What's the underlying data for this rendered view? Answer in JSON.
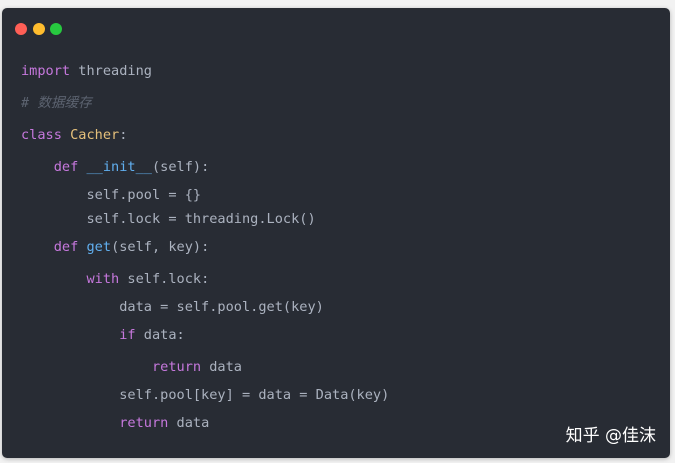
{
  "window": {
    "controls": [
      {
        "name": "close",
        "color": "#ff5f56"
      },
      {
        "name": "minimize",
        "color": "#ffbd2e"
      },
      {
        "name": "maximize",
        "color": "#27c93f"
      }
    ],
    "background": "#282c34"
  },
  "code": {
    "language": "python",
    "lines": [
      {
        "indent": "",
        "tokens": [
          {
            "t": "kw",
            "v": "import"
          },
          {
            "t": "p",
            "v": " threading"
          }
        ]
      },
      {
        "indent": "",
        "tokens": [
          {
            "t": "cm",
            "v": "# 数据缓存"
          }
        ]
      },
      {
        "indent": "",
        "tokens": [
          {
            "t": "kw",
            "v": "class"
          },
          {
            "t": "p",
            "v": " "
          },
          {
            "t": "cls",
            "v": "Cacher"
          },
          {
            "t": "p",
            "v": ":"
          }
        ]
      },
      {
        "indent": "    ",
        "tokens": [
          {
            "t": "kw",
            "v": "def"
          },
          {
            "t": "p",
            "v": " "
          },
          {
            "t": "fn",
            "v": "__init__"
          },
          {
            "t": "p",
            "v": "(self):"
          }
        ]
      },
      {
        "indent": "        ",
        "tokens": [
          {
            "t": "p",
            "v": "self.pool = {}"
          }
        ]
      },
      {
        "indent": "        ",
        "tokens": [
          {
            "t": "p",
            "v": "self.lock = threading.Lock()"
          }
        ]
      },
      {
        "indent": "    ",
        "tokens": [
          {
            "t": "kw",
            "v": "def"
          },
          {
            "t": "p",
            "v": " "
          },
          {
            "t": "fn",
            "v": "get"
          },
          {
            "t": "p",
            "v": "(self, key):"
          }
        ]
      },
      {
        "indent": "        ",
        "tokens": [
          {
            "t": "kw",
            "v": "with"
          },
          {
            "t": "p",
            "v": " self.lock:"
          }
        ]
      },
      {
        "indent": "            ",
        "tokens": [
          {
            "t": "p",
            "v": "data = self.pool.get(key)"
          }
        ]
      },
      {
        "indent": "            ",
        "tokens": [
          {
            "t": "kw",
            "v": "if"
          },
          {
            "t": "p",
            "v": " data:"
          }
        ]
      },
      {
        "indent": "                ",
        "tokens": [
          {
            "t": "kw",
            "v": "return"
          },
          {
            "t": "p",
            "v": " data"
          }
        ]
      },
      {
        "indent": "            ",
        "tokens": [
          {
            "t": "p",
            "v": "self.pool[key] = data = Data(key)"
          }
        ]
      },
      {
        "indent": "            ",
        "tokens": [
          {
            "t": "kw",
            "v": "return"
          },
          {
            "t": "p",
            "v": " data"
          }
        ]
      }
    ],
    "line_tops": [
      54,
      86,
      118,
      150,
      178,
      202,
      230,
      262,
      290,
      318,
      350,
      378,
      406
    ]
  },
  "watermark": {
    "text": "知乎 @佳沫"
  }
}
